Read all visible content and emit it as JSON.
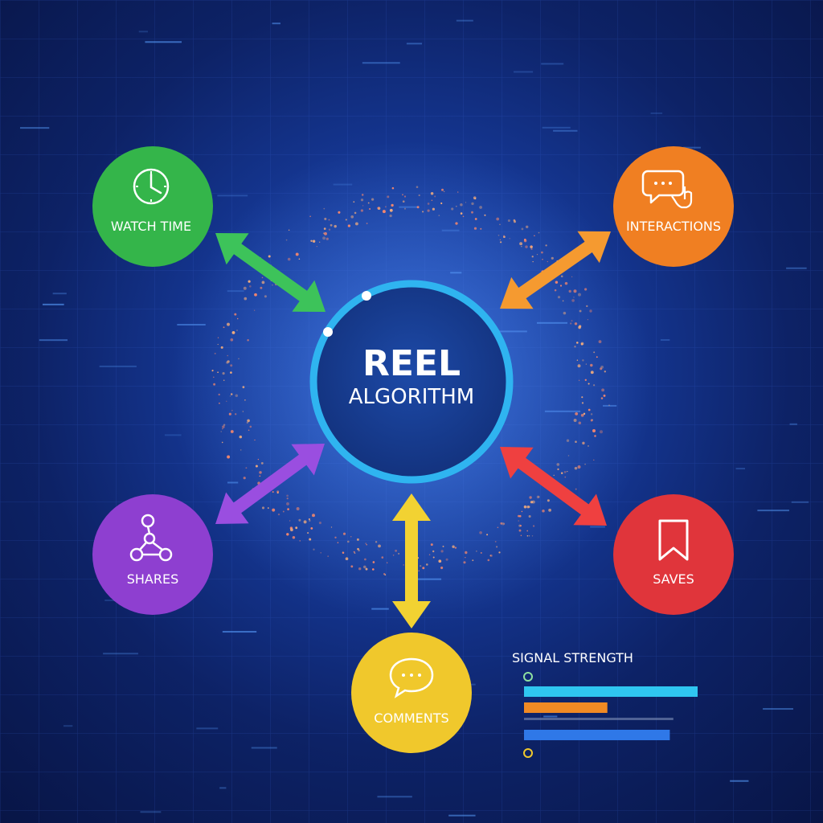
{
  "center": {
    "title": "REEL",
    "subtitle": "ALGORITHM"
  },
  "nodes": [
    {
      "id": "watch-time",
      "label": "WATCH TIME",
      "color": "#34b54a",
      "icon": "clock-icon"
    },
    {
      "id": "interactions",
      "label": "INTERACTIONS",
      "color": "#f07f22",
      "icon": "chat-tap-icon"
    },
    {
      "id": "shares",
      "label": "SHARES",
      "color": "#8e3fd0",
      "icon": "share-icon"
    },
    {
      "id": "saves",
      "label": "SAVES",
      "color": "#e0353b",
      "icon": "bookmark-icon"
    },
    {
      "id": "comments",
      "label": "COMMENTS",
      "color": "#f0c82c",
      "icon": "comment-icon"
    }
  ],
  "signal_strength": {
    "title": "SIGNAL STRENGTH",
    "bars": [
      {
        "value": 1.0,
        "color": "#2fc6f0"
      },
      {
        "value": 0.48,
        "color": "#f08a24"
      },
      {
        "value": 0.84,
        "color": "#2f78e8"
      }
    ]
  },
  "colors": {
    "background": "#0d2266",
    "center_fill": "#163a8c",
    "center_ring": "#2fb4f0"
  }
}
